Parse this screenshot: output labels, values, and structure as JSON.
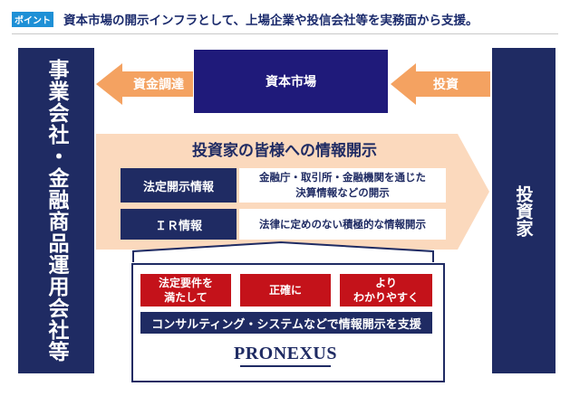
{
  "header": {
    "badge": "ポイント",
    "headline": "資本市場の開示インフラとして、上場企業や投信会社等を実務面から支援。"
  },
  "left_entity": "事業会社・金融商品運用会社等",
  "right_entity": "投資家",
  "market": "資本市場",
  "arrows": {
    "funding": "資金調達",
    "investment": "投資"
  },
  "disclosure": {
    "title": "投資家の皆様への情報開示",
    "rows": [
      {
        "label": "法定開示情報",
        "desc_line1": "金融庁・取引所・金融機関を通じた",
        "desc_line2": "決算情報などの開示"
      },
      {
        "label": "ＩＲ情報",
        "desc_line1": "法律に定めのない積極的な情報開示",
        "desc_line2": ""
      }
    ]
  },
  "pronexus": {
    "qualities": [
      {
        "line1": "法定要件を",
        "line2": "満たして"
      },
      {
        "line1": "正確に",
        "line2": ""
      },
      {
        "line1": "より",
        "line2": "わかりやすく"
      }
    ],
    "support": "コンサルティング・システムなどで情報開示を支援",
    "logo": "PRONEXUS"
  },
  "colors": {
    "navy": "#1f2b63",
    "market": "#1f1a7a",
    "orange": "#f4a261",
    "orange_light": "#fde3cc",
    "red": "#c4121a",
    "badge_blue": "#1e90d6"
  }
}
